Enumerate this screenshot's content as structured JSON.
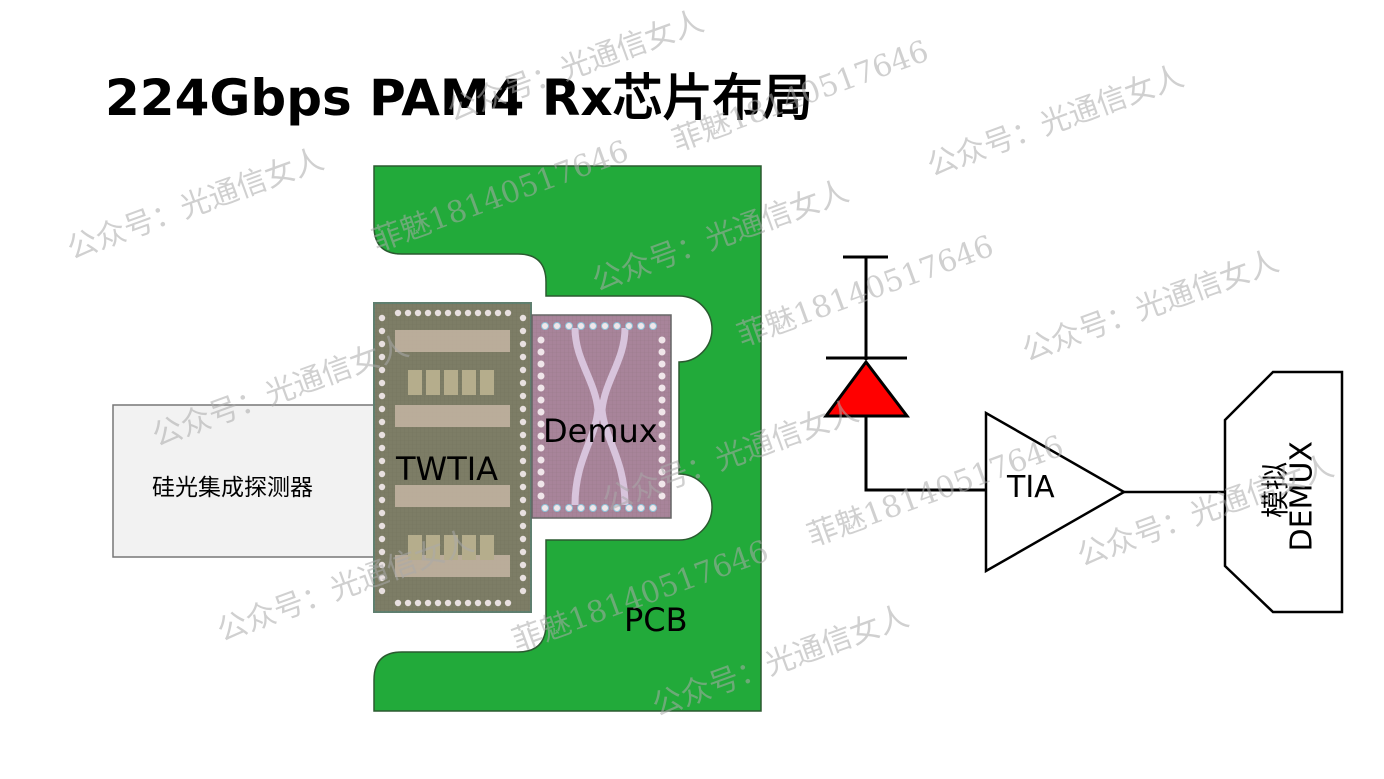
{
  "title": "224Gbps PAM4 Rx芯片布局",
  "layout_diagram": {
    "detector_label": "硅光集成探测器",
    "twtia_label": "TWTIA",
    "demux_label": "Demux",
    "pcb_label": "PCB"
  },
  "schematic": {
    "photodiode": {
      "name": "photodiode",
      "fill_color": "#ff0000"
    },
    "tia_label": "TIA",
    "demux_label_line1": "模拟",
    "demux_label_line2": "DEMUX"
  },
  "colors": {
    "pcb_green": "#22aa3a",
    "detector_fill": "#f2f2f2",
    "twtia_chip": "#8a8a72",
    "demux_chip": "#b89aa6"
  },
  "watermarks": [
    "公众号：光通信女人",
    "菲魅18140517646"
  ]
}
